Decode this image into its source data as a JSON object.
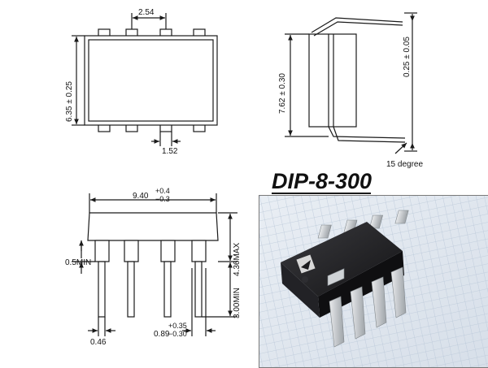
{
  "title": "DIP-8-300",
  "top_view": {
    "pitch": "2.54",
    "body_width": "6.35 ± 0.25",
    "lead_width": "1.52"
  },
  "side_view": {
    "row_spacing": "7.62 ± 0.30",
    "lead_thickness": "0.25 ± 0.05",
    "lead_angle": "15 degree"
  },
  "front_view": {
    "body_length_main": "9.40",
    "body_length_plus": "+0.4",
    "body_length_minus": "−0.3",
    "seating_min": "0.5MIN",
    "height_max": "4.36MAX",
    "lead_length_min": "3.00MIN",
    "lead_thin_width": "0.46",
    "lead_wide_main": "0.89",
    "lead_wide_plus": "+0.35",
    "lead_wide_minus": "−0.30"
  },
  "colors": {
    "line": "#1a1a1a",
    "chip": "#1c1c1e",
    "grid_bg": "#dfe6ee",
    "grid_line": "#b9c7d8",
    "lead": "#cfd3d6"
  }
}
